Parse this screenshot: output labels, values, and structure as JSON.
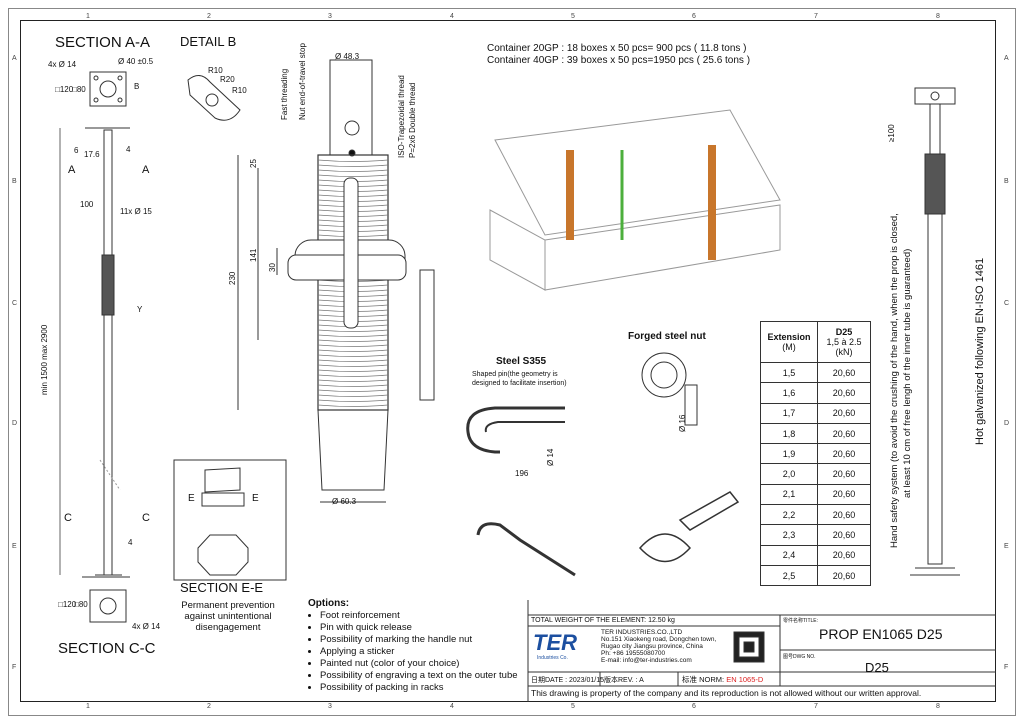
{
  "grid": {
    "columns": [
      "1",
      "2",
      "3",
      "4",
      "5",
      "6",
      "7",
      "8"
    ],
    "rows": [
      "A",
      "B",
      "C",
      "D",
      "E",
      "F"
    ]
  },
  "section_aa": {
    "title": "SECTION A-A",
    "d40": "Ø 40 ±0.5",
    "holes": "4x Ø 14",
    "sq120": "□120",
    "sq80": "□80",
    "b": "B"
  },
  "detail_b": {
    "title": "DETAIL B",
    "r10a": "R10",
    "r20": "R20",
    "r10b": "R10"
  },
  "prop_side": {
    "dim_range": "min 1500  max 2900",
    "d176": "17.6",
    "d6": "6",
    "d100": "100",
    "holes": "11x Ø 15",
    "d4": "4",
    "a": "A",
    "c": "C",
    "y": "Y"
  },
  "thread_detail": {
    "fast": "Fast threading",
    "nut_stop": "Nut end-of-travel stop",
    "iso": "ISO-Trapezoidal thread",
    "pitch": "P=2x6 Double thread",
    "d483": "Ø 48.3",
    "d603": "Ø 60.3",
    "d230": "230",
    "d25": "25",
    "d141": "141",
    "d30": "30"
  },
  "section_ee": {
    "title": "SECTION E-E",
    "desc": "Permanent prevention against unintentional disengagement",
    "e": "E"
  },
  "section_cc": {
    "title": "SECTION C-C",
    "sq120": "□120",
    "sq80": "□80",
    "holes": "4x Ø 14"
  },
  "container": {
    "l1_label": "Container 20GP",
    "l1_val": ": 18 boxes x 50 pcs= 900 pcs  ( 11.8 tons )",
    "l2_label": "Container 40GP",
    "l2_val": ": 39 boxes x 50 pcs=1950 pcs  ( 25.6 tons )"
  },
  "pin": {
    "title": "Steel S355",
    "desc1": "Shaped pin(the geometry is",
    "desc2": "designed to facilitate insertion)",
    "d14": "Ø 14",
    "d196": "196"
  },
  "nut": {
    "title": "Forged steel nut",
    "d16": "Ø 16"
  },
  "table": {
    "h1": "Extension",
    "h1b": "(M)",
    "h2": "D25",
    "h2b": "1,5 à 2.5",
    "h2c": "(kN)",
    "rows": [
      [
        "1,5",
        "20,60"
      ],
      [
        "1,6",
        "20,60"
      ],
      [
        "1,7",
        "20,60"
      ],
      [
        "1,8",
        "20,60"
      ],
      [
        "1,9",
        "20,60"
      ],
      [
        "2,0",
        "20,60"
      ],
      [
        "2,1",
        "20,60"
      ],
      [
        "2,2",
        "20,60"
      ],
      [
        "2,3",
        "20,60"
      ],
      [
        "2,4",
        "20,60"
      ],
      [
        "2,5",
        "20,60"
      ]
    ]
  },
  "right_prop": {
    "d100": "≥100",
    "safety1": "Hand safety system (to avoid the crushing of the hand, when the prop is closed,",
    "safety2": "at least 10 cm of free lengh of the inner tube is guaranteed)",
    "galv": "Hot galvanized following EN-ISO 1461"
  },
  "options": {
    "title": "Options:",
    "items": [
      "Foot reinforcement",
      "Pin with quick release",
      "Possibility of marking the handle nut",
      "Applying a sticker",
      "Painted nut (color of your choice)",
      "Possibility of engraving a text on the outer tube",
      "Possibility of packing in racks"
    ]
  },
  "titleblock": {
    "weight": "TOTAL WEIGHT OF THE ELEMENT:  12.50 kg",
    "logo": "TER",
    "logo_sub": "Industries Co.",
    "company": "TER INDUSTRIES.CO.,LTD",
    "addr1": "No.151 Xiaokeng road, Dongchen town,",
    "addr2": "Rugao city Jiangsu province, China",
    "ph": "Ph: +86 19555080700",
    "email": "E-mail: info@ter-industries.com",
    "date": "日期DATE : 2023/01/15",
    "rev": "版本REV. : A",
    "norm_label": "标准 NORM:",
    "norm_val": "EN 1065-D",
    "title_small": "零件名称TITLE:",
    "title": "PROP EN1065 D25",
    "dwg_small": "图号DWG NO.",
    "dwg": "D25",
    "footer": "This drawing is property of the company and its reproduction is not allowed without our written approval."
  }
}
